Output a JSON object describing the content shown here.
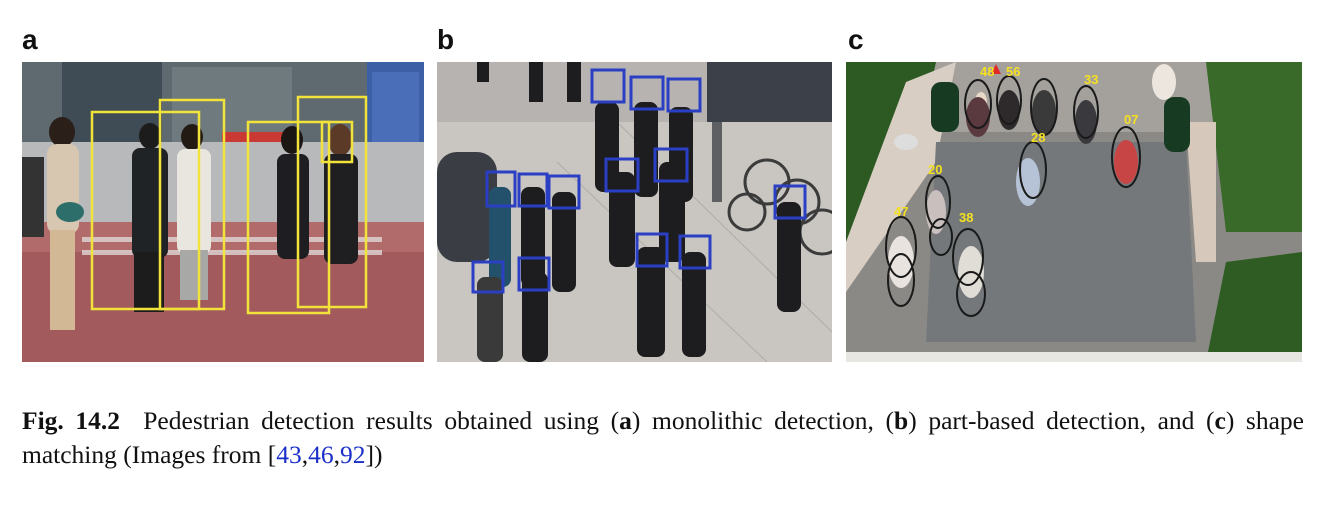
{
  "panels": [
    {
      "letter": "a",
      "alt": "monolithic detection example"
    },
    {
      "letter": "b",
      "alt": "part-based detection example"
    },
    {
      "letter": "c",
      "alt": "shape matching example"
    }
  ],
  "panel_c_track_ids": [
    "48",
    "56",
    "33",
    "07",
    "20",
    "28",
    "47",
    "38"
  ],
  "caption": {
    "label": "Fig. 14.2",
    "part1": "  Pedestrian detection results obtained using (",
    "a": "a",
    "part2": ") monolithic detection, (",
    "b": "b",
    "part3": ") part-based detection, and (",
    "c": "c",
    "part4": ") shape matching (Images from [",
    "ref1": "43",
    "sep1": ",",
    "ref2": "46",
    "sep2": ",",
    "ref3": "92",
    "end": "])"
  },
  "colors": {
    "box_a": "#f2e33a",
    "box_b": "#2b3fc4",
    "ring_c": "#1a1a1a",
    "label_c": "#f5e020",
    "cite": "#1a2fc9"
  }
}
